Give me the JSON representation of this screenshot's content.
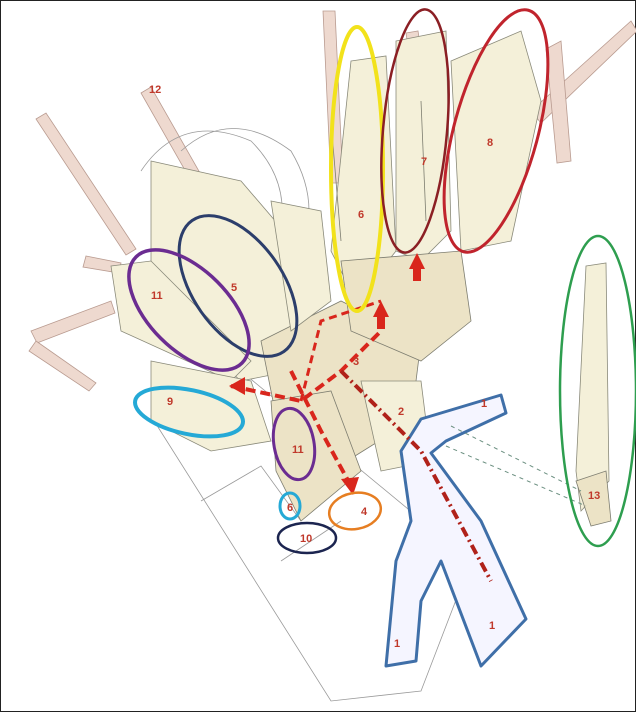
{
  "labels": {
    "n1_top": "1",
    "n1_left": "1",
    "n1_right": "1",
    "n2": "2",
    "n3": "3",
    "n4": "4",
    "n5": "5",
    "n6": "6",
    "n6b": "6",
    "n7": "7",
    "n8": "8",
    "n9": "9",
    "n10": "10",
    "n11_left": "11",
    "n11_center": "11",
    "n12": "12",
    "n13": "13"
  },
  "colors": {
    "yellow": "#f2e21b",
    "dark_red": "#8b1f24",
    "red": "#c0242d",
    "navy": "#2c3e6b",
    "purple": "#6b2c91",
    "cyan": "#25a9d6",
    "orange": "#e67e22",
    "green": "#2e9e4f",
    "blue_outline": "#3f6fa8",
    "arrow_red": "#d9261c"
  }
}
